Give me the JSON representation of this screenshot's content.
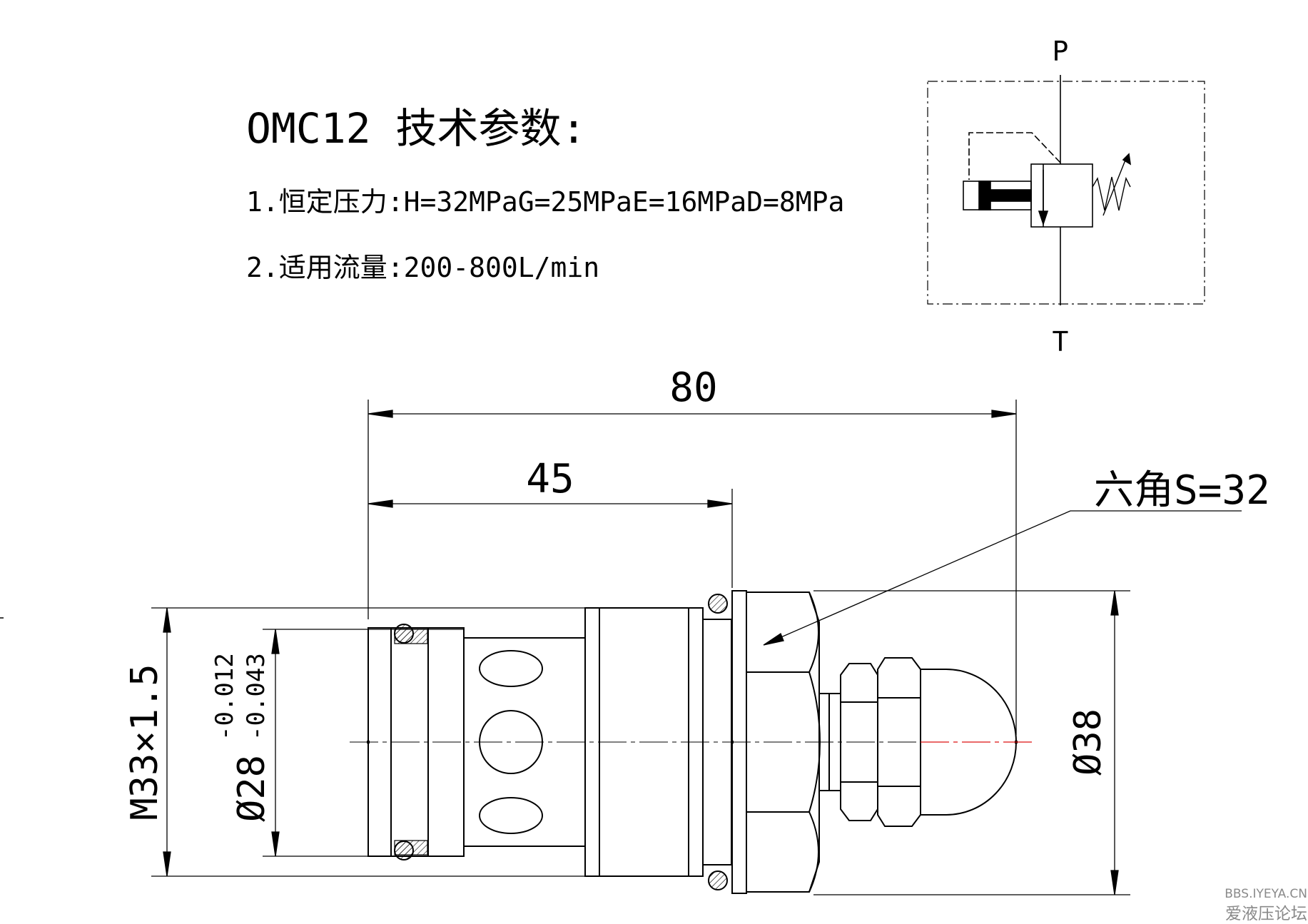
{
  "title": "OMC12 技术参数:",
  "params": [
    "1.恒定压力:H=32MPaG=25MPaE=16MPaD=8MPa",
    "2.适用流量:200-800L/min"
  ],
  "symbol": {
    "port_p": "P",
    "port_t": "T"
  },
  "dimensions": {
    "total_length": "80",
    "thread_length": "45",
    "hex": "六角S=32",
    "thread": "M33×1.5",
    "bore": "Ø28",
    "tol_upper": "-0.012",
    "tol_lower": "-0.043",
    "outer": "Ø38"
  },
  "watermark": {
    "url": "BBS.IYEYA.CN",
    "name": "爱液压论坛"
  }
}
